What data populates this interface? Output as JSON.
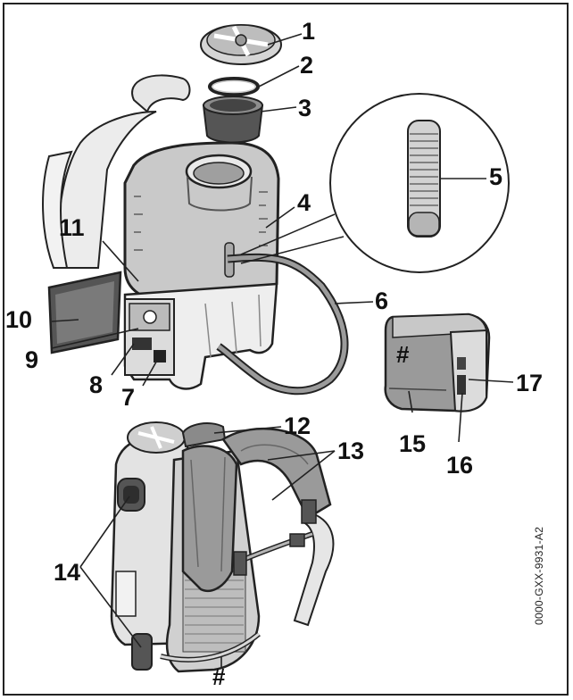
{
  "labels": {
    "n1": "1",
    "n2": "2",
    "n3": "3",
    "n4": "4",
    "n5": "5",
    "n6": "6",
    "n7": "7",
    "n8": "8",
    "n9": "9",
    "n10": "10",
    "n11": "11",
    "n12": "12",
    "n13": "13",
    "n14": "14",
    "n15": "15",
    "n16": "16",
    "n17": "17"
  },
  "marks": {
    "battery_hash": "#",
    "sprayer_hash": "#"
  },
  "figure_code": "0000-GXX-9931-A2",
  "colors": {
    "line": "#222222",
    "tank": "#c9c9c9",
    "dark": "#555555",
    "strap": "#9a9a9a",
    "light": "#ececec"
  }
}
